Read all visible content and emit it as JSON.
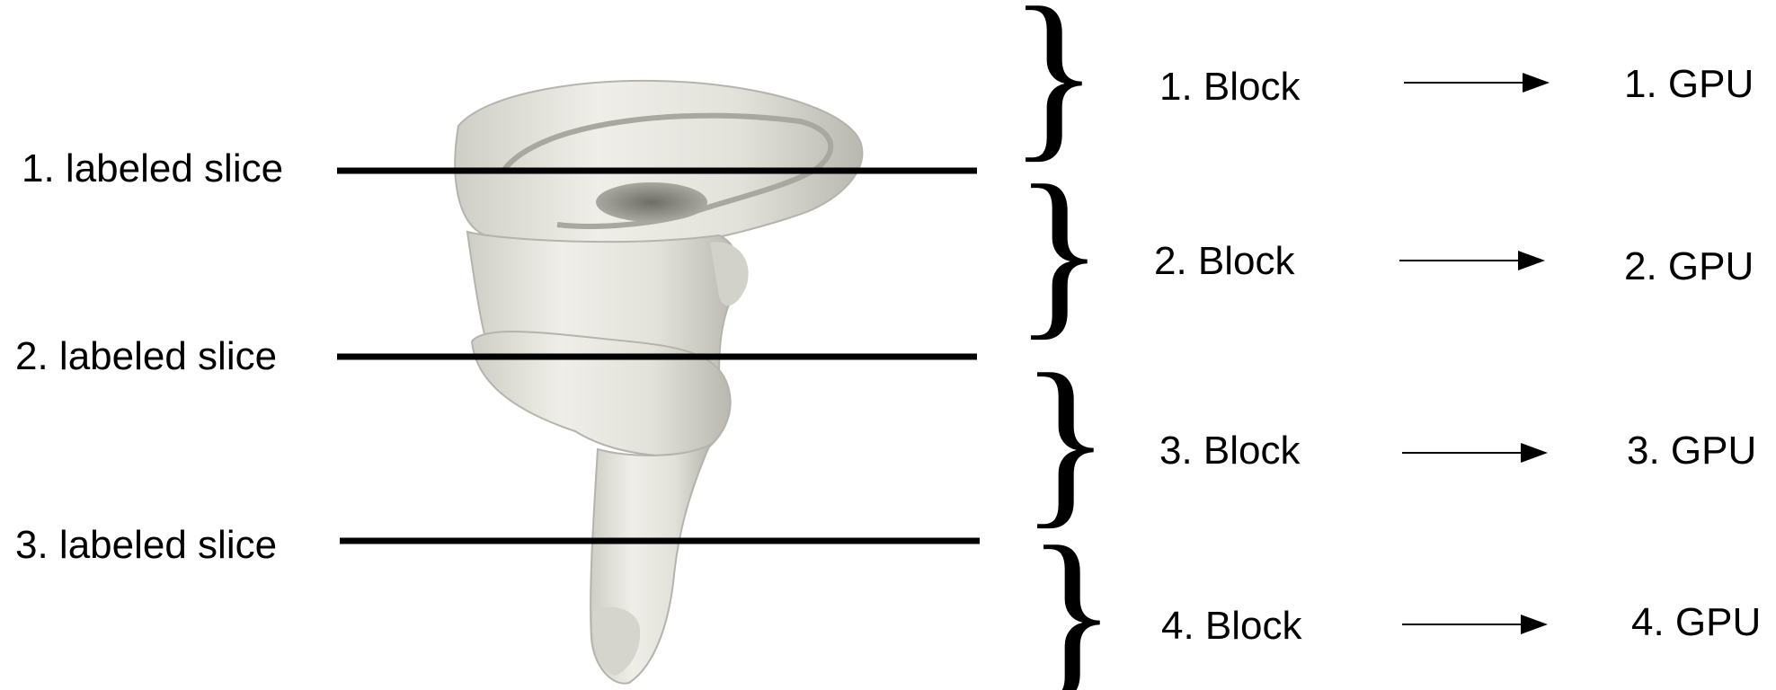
{
  "slices": [
    {
      "label": "1. labeled slice"
    },
    {
      "label": "2. labeled slice"
    },
    {
      "label": "3. labeled slice"
    }
  ],
  "blocks": [
    {
      "label": "1. Block",
      "gpu": "1. GPU"
    },
    {
      "label": "2. Block",
      "gpu": "2. GPU"
    },
    {
      "label": "3. Block",
      "gpu": "3. GPU"
    },
    {
      "label": "4. Block",
      "gpu": "4. GPU"
    }
  ],
  "colors": {
    "object": "#e4e3dc",
    "object_shade": "#bdbcb3",
    "line": "#000000"
  },
  "icons": {
    "block_brace": "curly-brace-icon",
    "block_to_gpu": "arrow-right-icon"
  }
}
